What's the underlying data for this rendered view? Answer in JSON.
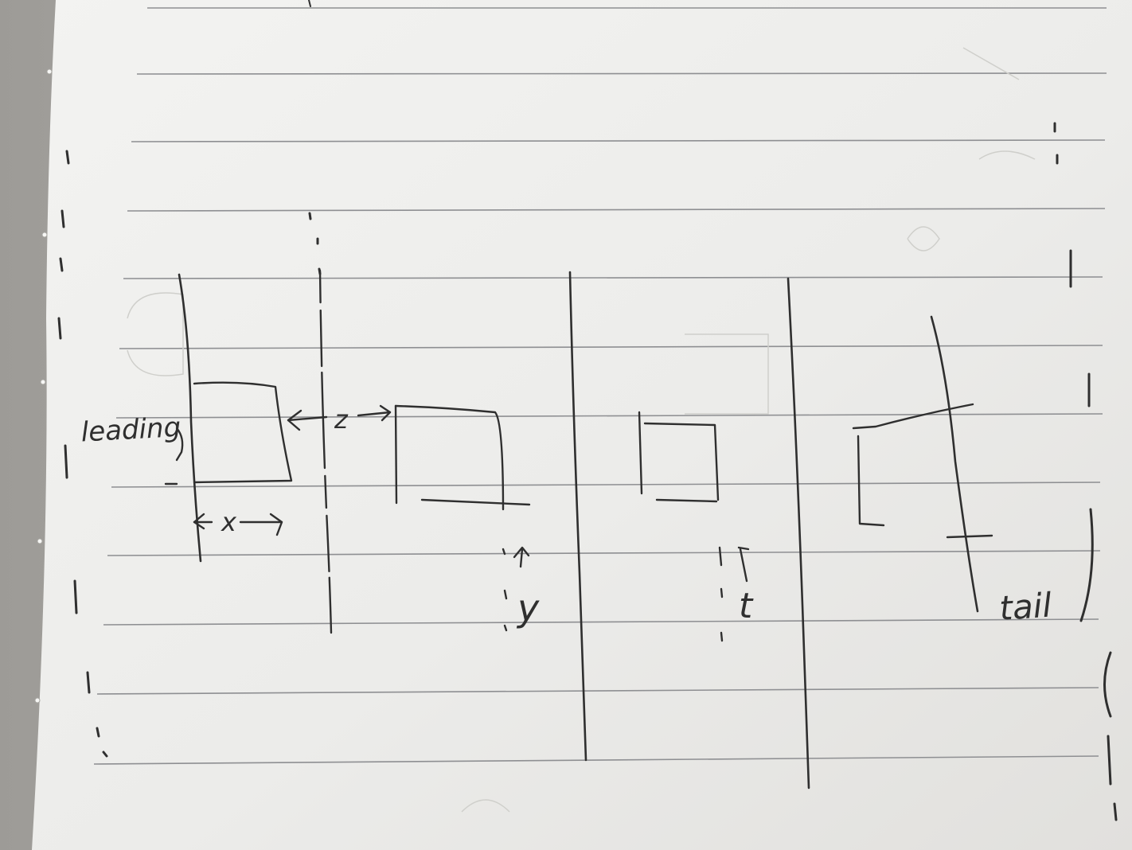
{
  "diagram": {
    "labels": {
      "leading": "leading",
      "x": "x",
      "z": "z",
      "y": "y",
      "t": "t",
      "tail": "tail"
    },
    "colors": {
      "paper": "#eeeeeb",
      "paper_shadow": "#d8d7d3",
      "ruled_line": "#8e8f92",
      "ink": "#2f2f2f",
      "pencil_ghost": "#cfcfcb"
    }
  }
}
